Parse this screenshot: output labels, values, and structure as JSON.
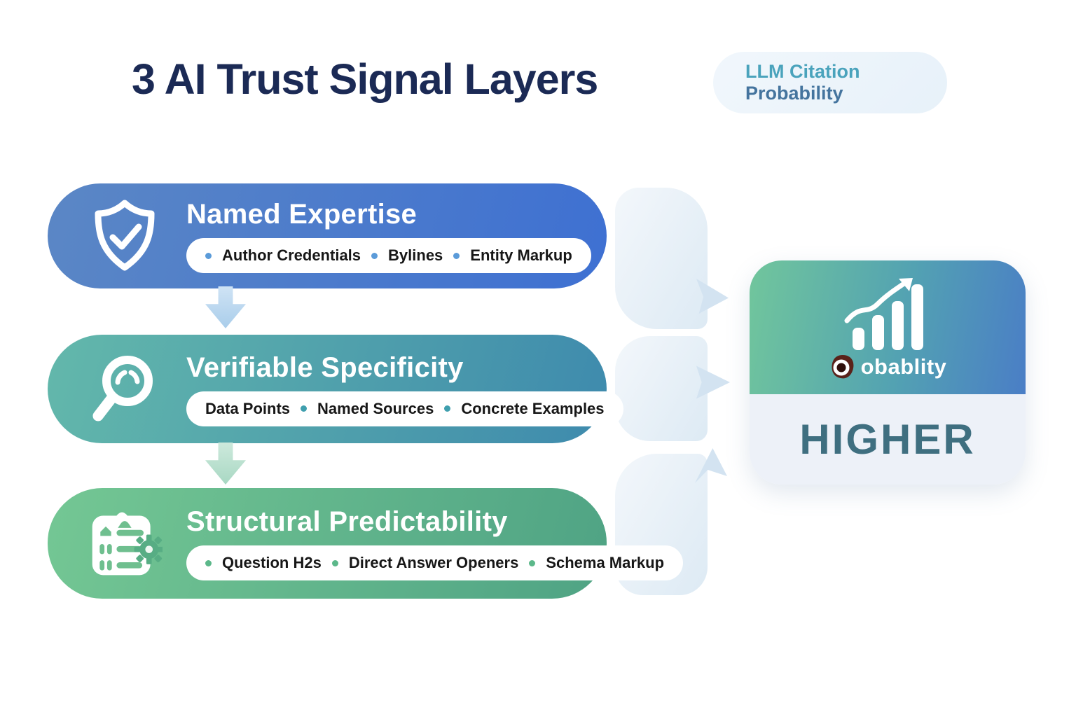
{
  "title": "3 AI Trust Signal Layers",
  "badge": {
    "line1": "LLM Citation",
    "line2": "Probability"
  },
  "layers": [
    {
      "title": "Named Expertise",
      "icon": "shield-check-icon",
      "items": [
        "Author Credentials",
        "Bylines",
        "Entity Markup"
      ],
      "gradient_start": "#5b87c5",
      "gradient_end": "#3e70d2",
      "bullet_color": "#5b9bd9"
    },
    {
      "title": "Verifiable Specificity",
      "icon": "magnifier-icon",
      "items": [
        "Data Points",
        "Named Sources",
        "Concrete Examples"
      ],
      "gradient_start": "#63b8ab",
      "gradient_end": "#3e8aad",
      "bullet_color": "#3f9fae"
    },
    {
      "title": "Structural Predictability",
      "icon": "checklist-gear-icon",
      "items": [
        "Question H2s",
        "Direct Answer Openers",
        "Schema Markup"
      ],
      "gradient_start": "#74c794",
      "gradient_end": "#4fa384",
      "bullet_color": "#5cb88a"
    }
  ],
  "result_card": {
    "icon": "rising-bar-chart-icon",
    "brand_text": "obablity",
    "label": "HIGHER",
    "top_gradient_start": "#71c69c",
    "top_gradient_end": "#4a7ec6",
    "bottom_bg": "#edf1f8",
    "label_color": "#3f6f80"
  },
  "colors": {
    "title_text": "#1b2a55",
    "background": "#ffffff",
    "badge_bg": "#ecf4fa",
    "badge_line1": "#4aa3bc",
    "badge_line2": "#44749e"
  }
}
